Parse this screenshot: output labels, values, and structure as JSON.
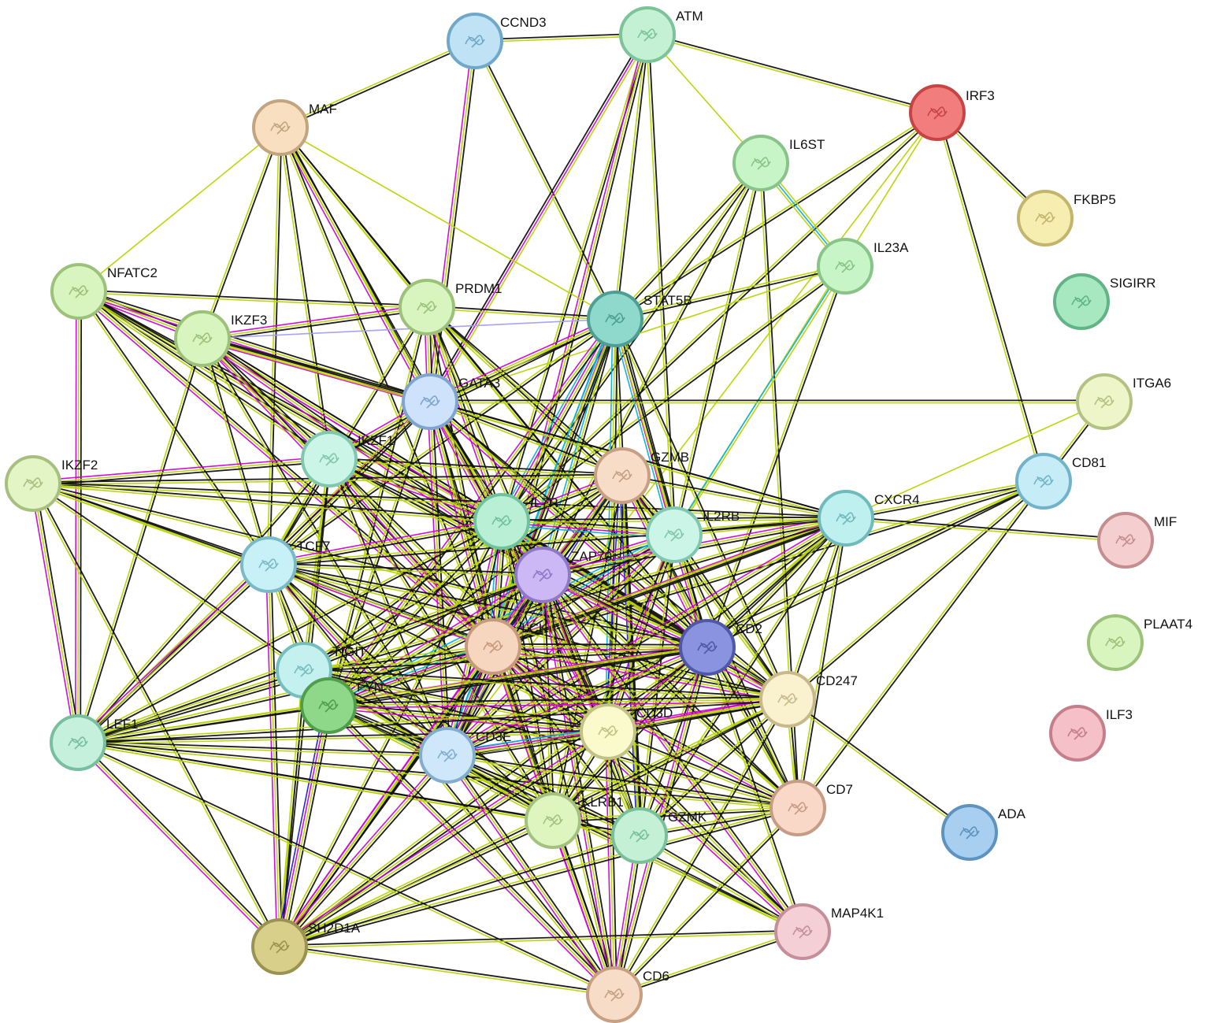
{
  "network": {
    "nodes": [
      {
        "id": "CCND3",
        "color": "#bfe3f5",
        "border": "#6fa8c8",
        "label_dx": 30,
        "label_dy": -28
      },
      {
        "id": "ATM",
        "color": "#c4f0d4",
        "border": "#7cc39a"
      },
      {
        "id": "IRF3",
        "color": "#f27d7d",
        "border": "#c84444"
      },
      {
        "id": "MAF",
        "color": "#f7dfbf",
        "border": "#c2a57f"
      },
      {
        "id": "IL6ST",
        "color": "#c8f5c8",
        "border": "#88c488"
      },
      {
        "id": "FKBP5",
        "color": "#f5eeb0",
        "border": "#c3b56c"
      },
      {
        "id": "IL23A",
        "color": "#c8f5c8",
        "border": "#88c488"
      },
      {
        "id": "SIGIRR",
        "color": "#a7e8c0",
        "border": "#60b485"
      },
      {
        "id": "NFATC2",
        "color": "#d8f5c0",
        "border": "#9cc27a"
      },
      {
        "id": "PRDM1",
        "color": "#d8f5c0",
        "border": "#9cc27a"
      },
      {
        "id": "IKZF3",
        "color": "#d8f5c0",
        "border": "#9cc27a"
      },
      {
        "id": "STAT5B",
        "color": "#8fd8cc",
        "border": "#4e9f93"
      },
      {
        "id": "GATA3",
        "color": "#cfe2fb",
        "border": "#7ea4cf"
      },
      {
        "id": "ITGA6",
        "color": "#eef5c8",
        "border": "#b3c183"
      },
      {
        "id": "IKZF1",
        "color": "#cbf5e6",
        "border": "#80c7ad"
      },
      {
        "id": "IKZF2",
        "color": "#e3f5c4",
        "border": "#a7c080"
      },
      {
        "id": "GZMB",
        "color": "#f7dcc8",
        "border": "#c7a084"
      },
      {
        "id": "CD81",
        "color": "#c6ecf7",
        "border": "#71b4c9"
      },
      {
        "id": "IL7R",
        "color": "#b9f0d5",
        "border": "#6fc29c"
      },
      {
        "id": "IL2RB",
        "color": "#cbf5e6",
        "border": "#80c7ad"
      },
      {
        "id": "CXCR4",
        "color": "#bff0f0",
        "border": "#6fbaba"
      },
      {
        "id": "MIF",
        "color": "#f5cfcf",
        "border": "#c48e8e"
      },
      {
        "id": "TCF7",
        "color": "#c8f0f7",
        "border": "#7ab9c6"
      },
      {
        "id": "ZAP70",
        "color": "#cbb8f5",
        "border": "#8f78c6"
      },
      {
        "id": "PLAAT4",
        "color": "#d8f5c0",
        "border": "#9cc27a"
      },
      {
        "id": "LCK",
        "color": "#f7d6c0",
        "border": "#c89a7c"
      },
      {
        "id": "CD2",
        "color": "#8a93e0",
        "border": "#4f57a8"
      },
      {
        "id": "TIGIT",
        "color": "#c4f0f0",
        "border": "#76bdbd"
      },
      {
        "id": "FYN",
        "color": "#8fd889",
        "border": "#4f9f4a"
      },
      {
        "id": "CD247",
        "color": "#faf2cf",
        "border": "#c7b98a"
      },
      {
        "id": "ILF3",
        "color": "#f5c0c8",
        "border": "#c47f8a"
      },
      {
        "id": "LEF1",
        "color": "#c4f0dc",
        "border": "#77bf9e"
      },
      {
        "id": "CD3D",
        "color": "#fafacc",
        "border": "#c2c285"
      },
      {
        "id": "CD3E",
        "color": "#cfe7fb",
        "border": "#81aecf"
      },
      {
        "id": "CD7",
        "color": "#fad8c8",
        "border": "#c79c86"
      },
      {
        "id": "ADA",
        "color": "#a8cff0",
        "border": "#5e93bf"
      },
      {
        "id": "KLRB1",
        "color": "#dff5c0",
        "border": "#a2c27e"
      },
      {
        "id": "GZMK",
        "color": "#c4f0d6",
        "border": "#78c09a"
      },
      {
        "id": "MAP4K1",
        "color": "#f5cfd6",
        "border": "#c48f99"
      },
      {
        "id": "SH2D1A",
        "color": "#d8d08a",
        "border": "#9a9250"
      },
      {
        "id": "CD6",
        "color": "#f7dcc8",
        "border": "#c7a084"
      }
    ],
    "edge_colors": {
      "coexpression": "#111111",
      "textmining": "#b8d400",
      "experiments": "#d400d4",
      "databases": "#00b3e0",
      "cooccurrence": "#1b1bdc",
      "homology": "#a0a0f0"
    }
  }
}
